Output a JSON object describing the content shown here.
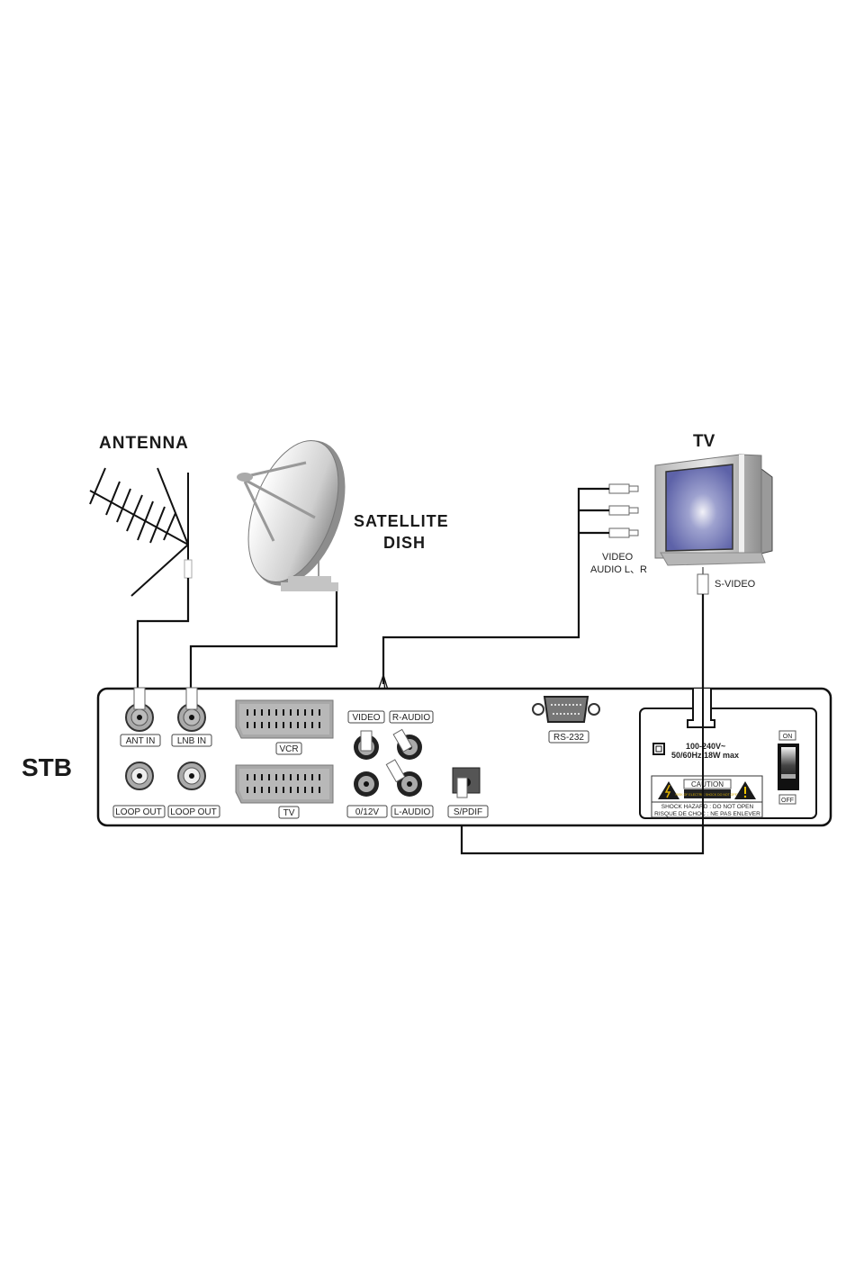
{
  "diagram": {
    "title_labels": {
      "antenna": "ANTENNA",
      "satellite_line1": "SATELLITE",
      "satellite_line2": "DISH",
      "tv": "TV",
      "stb": "STB"
    },
    "tv_inputs": {
      "rca_label_line1": "VIDEO",
      "rca_label_line2": "AUDIO L、R",
      "svideo_label": "S-VIDEO"
    },
    "stb_ports": {
      "ant_in": "ANT IN",
      "lnb_in": "LNB IN",
      "loop_out_1": "LOOP OUT",
      "loop_out_2": "LOOP OUT",
      "scart_vcr": "VCR",
      "scart_tv": "TV",
      "video": "VIDEO",
      "r_audio": "R-AUDIO",
      "v012": "0/12V",
      "l_audio": "L-AUDIO",
      "spdif": "S/PDIF",
      "rs232": "RS-232"
    },
    "power_panel": {
      "voltage": "100-240V~",
      "rating": "50/60Hz 18W max",
      "caution": "CAUTION",
      "caution_sub": "RISK OF ELECTRIC SHOCK DO NOT OPEN",
      "warning_en": "SHOCK HAZARD : DO NOT OPEN",
      "warning_fr": "RISQUE DE CHOC : NE PAS ENLEVER",
      "switch_on": "ON",
      "switch_off": "OFF"
    },
    "colors": {
      "line": "#111111",
      "connector_gray": "#9a9a9a",
      "tv_screen": "#6f74b8",
      "dish_fill": "#d9d9d9"
    }
  }
}
